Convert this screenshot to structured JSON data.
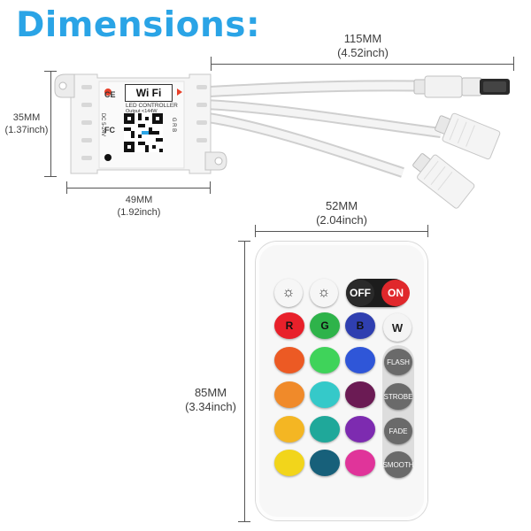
{
  "title": "Dimensions:",
  "dimensions": {
    "cable_length": {
      "mm": "115MM",
      "inch": "(4.52inch)"
    },
    "controller_height": {
      "mm": "35MM",
      "inch": "(1.37inch)"
    },
    "controller_width": {
      "mm": "49MM",
      "inch": "(1.92inch)"
    },
    "remote_width": {
      "mm": "52MM",
      "inch": "(2.04inch)"
    },
    "remote_height": {
      "mm": "85MM",
      "inch": "(3.34inch)"
    }
  },
  "controller": {
    "wifi_label": "Wi Fi",
    "subtitle": "LED CONTROLLER",
    "output": "Output <144W",
    "voltage": "DC 5-24V",
    "pins": "G R B",
    "ce": "CE",
    "fc": "FC"
  },
  "remote": {
    "top_buttons": [
      "☼",
      "☼"
    ],
    "off_label": "OFF",
    "on_label": "ON",
    "rgbw": [
      {
        "label": "R",
        "color": "#e8202a"
      },
      {
        "label": "G",
        "color": "#2eb34a"
      },
      {
        "label": "B",
        "color": "#2f3fb0"
      },
      {
        "label": "W",
        "color": "#f4f4f4"
      }
    ],
    "color_rows": [
      [
        "#ec5a24",
        "#3fd35a",
        "#2f56d8"
      ],
      [
        "#f08a2a",
        "#35c9c9",
        "#6b1b54"
      ],
      [
        "#f4b623",
        "#1fa89a",
        "#7d2bb0"
      ],
      [
        "#f2d51b",
        "#17607a",
        "#e0349a"
      ]
    ],
    "functions": [
      "FLASH",
      "STROBE",
      "FADE",
      "SMOOTH"
    ]
  }
}
